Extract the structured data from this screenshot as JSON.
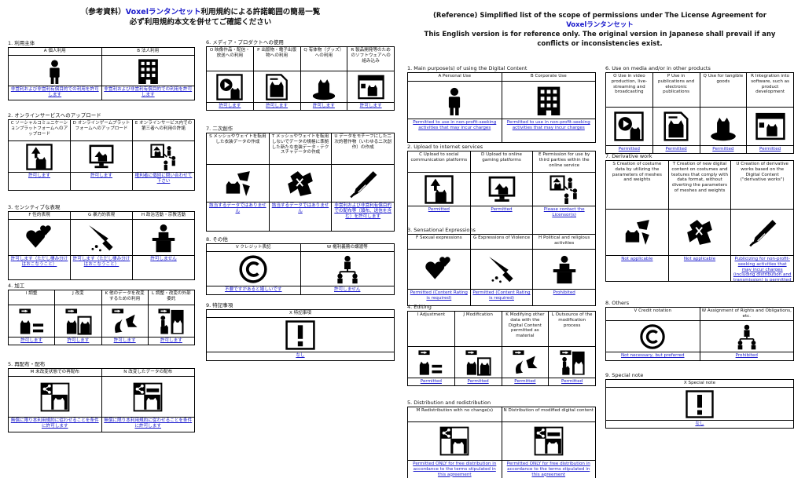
{
  "jp_header": {
    "line1a": "（参考資料）",
    "brand": "Voxelランタンセット",
    "line1b": "利用規約による許諾範囲の簡易一覧",
    "line2": "必ず利用規約本文を併せてご確認ください"
  },
  "en_header": {
    "line1": "(Reference) Simplified list of the scope of permissions under The License Agreement for",
    "brand": "Voxelランタンセット",
    "line2": "This English version is for reference only. The original version in Japanese shall prevail if any conflicts or inconsistencies exist."
  },
  "jp": [
    {
      "title": "1. 利用主体",
      "items": [
        {
          "head": "A 個人利用",
          "icon": "person-icon",
          "status": "非営利および非営利有償目的での利用を許可します"
        },
        {
          "head": "B 法人利用",
          "icon": "building-icon",
          "status": "非営利および非営利有償目的での利用を許可します"
        }
      ]
    },
    {
      "title": "2. オンラインサービスへのアップロード",
      "items": [
        {
          "head": "C ソーシャルコミュニケーションプラットフォームへのアップロード",
          "icon": "social-upload-icon",
          "status": "許可します"
        },
        {
          "head": "D オンラインゲームプラットフォームへのアップロード",
          "icon": "game-upload-icon",
          "status": "許可します"
        },
        {
          "head": "E オンラインサービス内での第三者への利用の許諾",
          "icon": "third-party-icon",
          "status": "権利者に個別に問い合わせて下さい"
        }
      ]
    },
    {
      "title": "3. センシティブな表現",
      "items": [
        {
          "head": "F 性的表現",
          "icon": "hearts-icon",
          "status": "許可します（ただし棲み分けはおこなうこと）"
        },
        {
          "head": "G 暴力的表現",
          "icon": "knife-icon",
          "status": "許可します（ただし棲み分けはおこなうこと）"
        },
        {
          "head": "H 政治活動・宗教活動",
          "icon": "podium-icon",
          "status": "許可しません"
        }
      ]
    },
    {
      "title": "4. 加工",
      "items": [
        {
          "head": "I 調整",
          "icon": "adjust-icon",
          "status": "許可します"
        },
        {
          "head": "J 改変",
          "icon": "modify-icon",
          "status": "許可します"
        },
        {
          "head": "K 他のデータを改変するための利用",
          "icon": "modify-other-icon",
          "status": "許可します"
        },
        {
          "head": "L 調整・改変の外部委託",
          "icon": "outsource-icon",
          "status": "許可します"
        }
      ]
    },
    {
      "title": "5. 再配布・配布",
      "items": [
        {
          "head": "M 未改変状態での再配布",
          "icon": "share-icon",
          "status": "無償に限り本利用規約に従わせることを条件に許可します"
        },
        {
          "head": "N 改変したデータの配布",
          "icon": "share-modified-icon",
          "status": "無償に限り本利用規約に従わせることを条件に許可します"
        }
      ]
    },
    {
      "title": "6. メディア・プロダクトへの使用",
      "items": [
        {
          "head": "O 映像作品・配信・放送への利用",
          "icon": "video-icon",
          "status": "許可します"
        },
        {
          "head": "P 出版物・電子出版物への利用",
          "icon": "publication-icon",
          "status": "許可します"
        },
        {
          "head": "Q 有体物（グッズ）への利用",
          "icon": "goods-icon",
          "status": "許可します"
        },
        {
          "head": "R 製品開発等のためのソフトウェアへの組み込み",
          "icon": "software-icon",
          "status": "許可します"
        }
      ]
    },
    {
      "title": "7. 二次創作",
      "items": [
        {
          "head": "S メッシュやウェイトを転用した衣装データの作成",
          "icon": "costume-icon",
          "status": "該当するデータではありません"
        },
        {
          "head": "T メッシュやウェイトを転用しないでデータの規格に準拠した新たな衣装データ・テクスチャデータの作成",
          "icon": "new-costume-icon",
          "status": "該当するデータではありません"
        },
        {
          "head": "U データをモチーフにした二次的著作物（いわゆる二次創作）の作成",
          "icon": "derivative-icon",
          "status": "非営利および非営利有償目的での配布等（頒布、送信を含む）を許可します"
        }
      ]
    },
    {
      "title": "8. その他",
      "items": [
        {
          "head": "V クレジット表記",
          "icon": "copyright-icon",
          "status": "不要ですがあると嬉しいです"
        },
        {
          "head": "W 権利義務の譲渡等",
          "icon": "transfer-icon",
          "status": "許可しません"
        }
      ]
    },
    {
      "title": "9. 特記事項",
      "items": [
        {
          "head": "X 特記事項",
          "icon": "exclamation-icon",
          "status": "なし"
        }
      ]
    }
  ],
  "en": [
    {
      "title": "1. Main purpose(s) of using the Digital Content",
      "items": [
        {
          "head": "A Personal Use",
          "icon": "person-icon",
          "status": "Permitted to use in non-profit-seeking activities that may incur charges"
        },
        {
          "head": "B Corporate Use",
          "icon": "building-icon",
          "status": "Permitted to use in non-profit-seeking activities that may incur charges"
        }
      ]
    },
    {
      "title": "2. Upload to internet services",
      "items": [
        {
          "head": "C Upload to social communication platforms",
          "icon": "social-upload-icon",
          "status": "Permitted"
        },
        {
          "head": "D Upload to online gaming platforms",
          "icon": "game-upload-icon",
          "status": "Permitted"
        },
        {
          "head": "E Permission for use by third parties within the online service",
          "icon": "third-party-icon",
          "status": "Please contact the Licensor(s)"
        }
      ]
    },
    {
      "title": "3. Sensational Expressions",
      "items": [
        {
          "head": "F Sexual expressions",
          "icon": "hearts-icon",
          "status": "Permitted (Content Rating is required)"
        },
        {
          "head": "G Expressions of Violence",
          "icon": "knife-icon",
          "status": "Permitted (Content Rating is required)"
        },
        {
          "head": "H Political and religious activities",
          "icon": "podium-icon",
          "status": "Prohibited"
        }
      ]
    },
    {
      "title": "4. Editing",
      "items": [
        {
          "head": "I Adjustment",
          "icon": "adjust-icon",
          "status": "Permitted"
        },
        {
          "head": "J Modification",
          "icon": "modify-icon",
          "status": "Permitted"
        },
        {
          "head": "K Modifying other data with the Digital Content permitted as material",
          "icon": "modify-other-icon",
          "status": "Permitted"
        },
        {
          "head": "L Outsource of the modification process",
          "icon": "outsource-icon",
          "status": "Permitted"
        }
      ]
    },
    {
      "title": "5. Distribution and redistribution",
      "items": [
        {
          "head": "M Redistribution with no change(s)",
          "icon": "share-icon",
          "status": "Permitted ONLY for free distribution in accordance to the terms stipulated in this agreement"
        },
        {
          "head": "N Distribution of modified digital content",
          "icon": "share-modified-icon",
          "status": "Permitted ONLY for free distribution in accordance to the terms stipulated in this agreement"
        }
      ]
    },
    {
      "title": "6. Use on media and/or in other products",
      "items": [
        {
          "head": "O Use in video production, live-streaming and broadcasting",
          "icon": "video-icon",
          "status": "Permitted"
        },
        {
          "head": "P Use in publications and electronic publications",
          "icon": "publication-icon",
          "status": "Permitted"
        },
        {
          "head": "Q Use for tangible goods",
          "icon": "goods-icon",
          "status": "Permitted"
        },
        {
          "head": "R Integration into software, such as product development",
          "icon": "software-icon",
          "status": "Permitted"
        }
      ]
    },
    {
      "title": "7. Derivative work",
      "items": [
        {
          "head": "S Creation of costume data by utilizing the parameters of meshes and weights",
          "icon": "costume-icon",
          "status": "Not applicable"
        },
        {
          "head": "T Creation of new digital content on costumes and textures that comply with data format, without diverting the parameters of meshes and weights",
          "icon": "new-costume-icon",
          "status": "Not applicable"
        },
        {
          "head": "U Creation of derivative works based on the Digital Content (\"derivative works\")",
          "icon": "derivative-icon",
          "status": "Publicizing for non-profit-seeking activities that may incur charges (including distribution and transmission) is permitted"
        }
      ]
    },
    {
      "title": "8. Others",
      "items": [
        {
          "head": "V Credit notation",
          "icon": "copyright-icon",
          "status": "Not necessary, but preferred"
        },
        {
          "head": "W Assignment of Rights and Obligations, etc.",
          "icon": "transfer-icon",
          "status": "Prohibited"
        }
      ]
    },
    {
      "title": "9. Special note",
      "items": [
        {
          "head": "X Special note",
          "icon": "exclamation-icon",
          "status": "なし"
        }
      ]
    }
  ]
}
